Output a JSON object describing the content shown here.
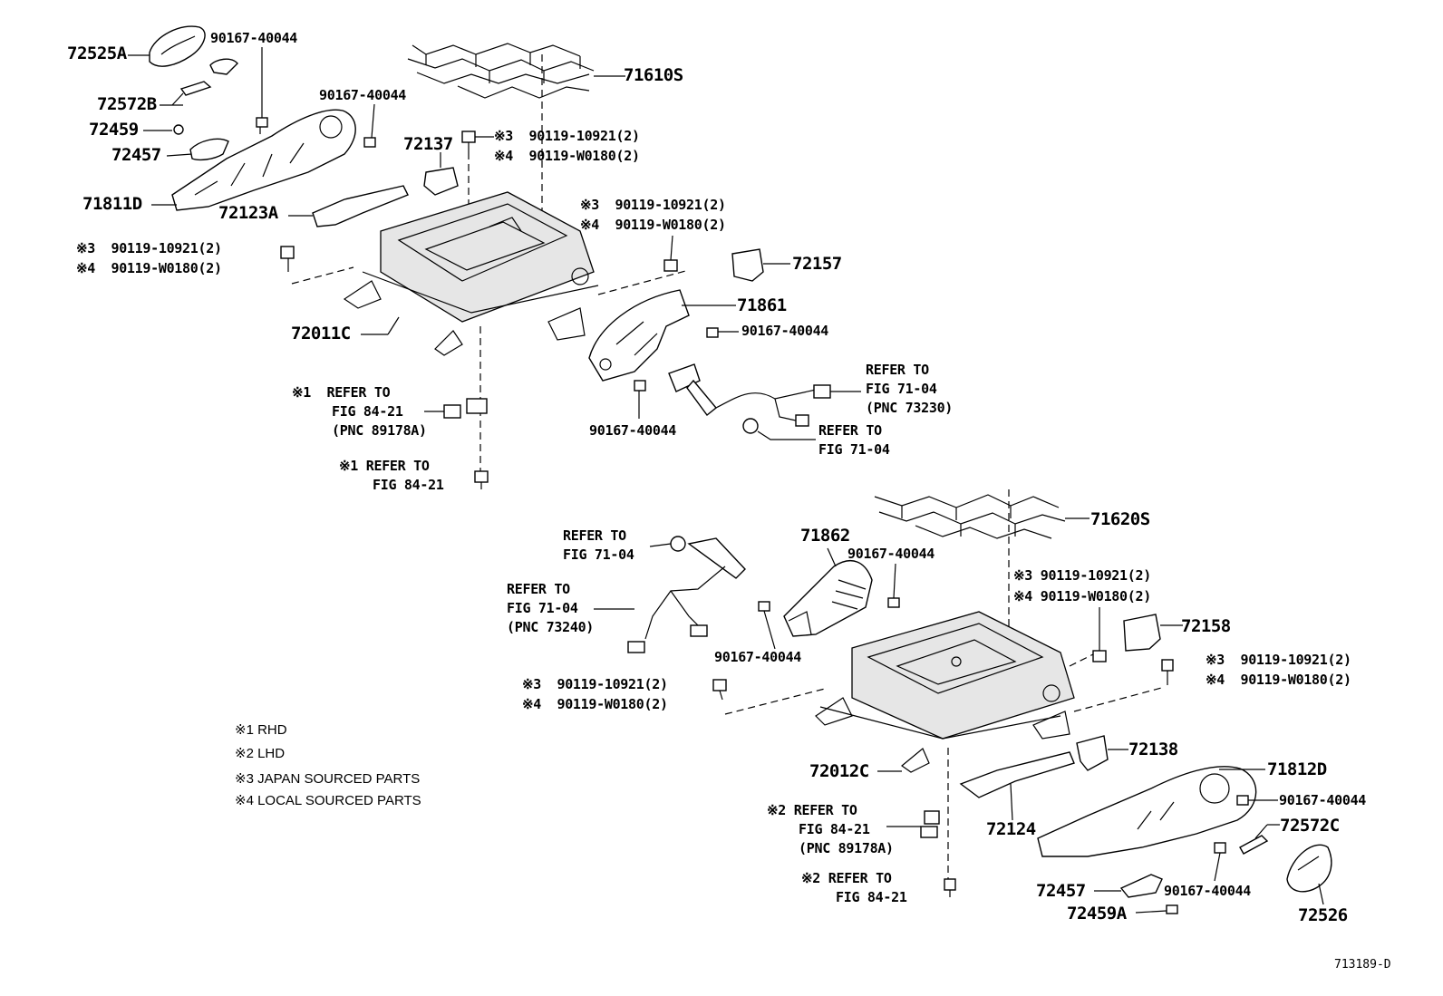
{
  "labels": {
    "p72525A": "72525A",
    "p90167_a": "90167-40044",
    "p72572B": "72572B",
    "p90167_b": "90167-40044",
    "p72459": "72459",
    "p72457_top": "72457",
    "p72137": "72137",
    "p71811D": "71811D",
    "p72123A": "72123A",
    "p71610S": "71610S",
    "bolt1_l1": "※3  90119-10921(2)",
    "bolt1_l2": "※4  90119-W0180(2)",
    "bolt2_l1": "※3  90119-10921(2)",
    "bolt2_l2": "※4  90119-W0180(2)",
    "bolt3_l1": "※3  90119-10921(2)",
    "bolt3_l2": "※4  90119-W0180(2)",
    "p72157": "72157",
    "p71861": "71861",
    "p90167_c": "90167-40044",
    "p72011C": "72011C",
    "ref1_l1": "※1  REFER TO",
    "ref1_l2": "FIG 84-21",
    "ref1_l3": "(PNC 89178A)",
    "p90167_d": "90167-40044",
    "ref2_l1": "REFER TO",
    "ref2_l2": "FIG 71-04",
    "ref2_l3": "(PNC 73230)",
    "ref3_l1": "REFER TO",
    "ref3_l2": "FIG 71-04",
    "ref4_l1": "※1 REFER TO",
    "ref4_l2": "FIG 84-21",
    "p71620S": "71620S",
    "ref5_l1": "REFER TO",
    "ref5_l2": "FIG 71-04",
    "p71862": "71862",
    "p90167_e": "90167-40044",
    "ref6_l1": "REFER TO",
    "ref6_l2": "FIG 71-04",
    "ref6_l3": "(PNC 73240)",
    "bolt4_l1": "※3 90119-10921(2)",
    "bolt4_l2": "※4 90119-W0180(2)",
    "p72158": "72158",
    "p90167_f": "90167-40044",
    "bolt5_l1": "※3  90119-10921(2)",
    "bolt5_l2": "※4  90119-W0180(2)",
    "bolt6_l1": "※3  90119-10921(2)",
    "bolt6_l2": "※4  90119-W0180(2)",
    "p72012C": "72012C",
    "p72138": "72138",
    "p71812D": "71812D",
    "p90167_g": "90167-40044",
    "ref7_l1": "※2 REFER TO",
    "ref7_l2": "FIG 84-21",
    "ref7_l3": "(PNC 89178A)",
    "p72124": "72124",
    "p72572C": "72572C",
    "ref8_l1": "※2 REFER TO",
    "ref8_l2": "FIG 84-21",
    "p72457_bot": "72457",
    "p90167_h": "90167-40044",
    "p72459A": "72459A",
    "p72526": "72526",
    "figure_id": "713189-D"
  },
  "legend": [
    "※1 RHD",
    "※2 LHD",
    "※3 JAPAN SOURCED PARTS",
    "※4 LOCAL SOURCED PARTS"
  ]
}
